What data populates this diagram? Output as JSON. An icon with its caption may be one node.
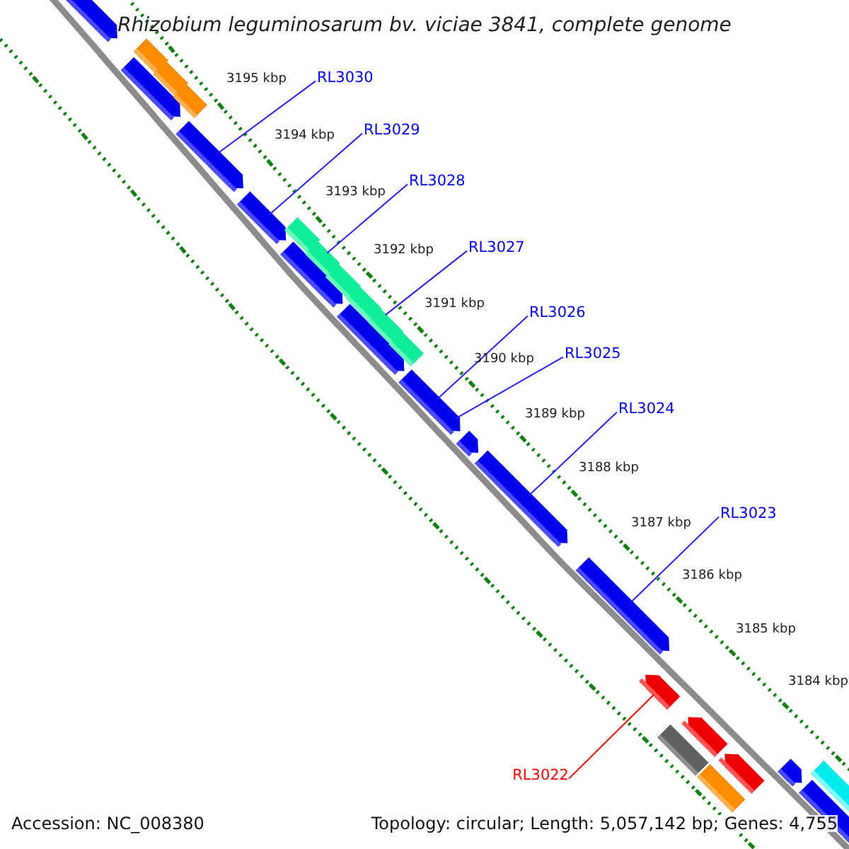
{
  "diagram": {
    "title": "Rhizobium leguminosarum bv. viciae 3841, complete genome",
    "nodes": [
      {
        "text": [
          "RL3030"
        ]
      },
      {
        "text": [
          "RL3029"
        ]
      },
      {
        "text": [
          "RL3028"
        ]
      },
      {
        "text": [
          "RL3027"
        ]
      },
      {
        "text": [
          "RL3026"
        ]
      },
      {
        "text": [
          "RL3025"
        ]
      },
      {
        "text": [
          "RL3024"
        ]
      },
      {
        "text": [
          "RL3023"
        ]
      },
      {
        "text": [
          "RL3022"
        ]
      }
    ],
    "edges": [
      {
        "from": 0,
        "to": null,
        "arrow": "none"
      },
      {
        "from": 1,
        "to": null,
        "arrow": "none"
      },
      {
        "from": 2,
        "to": null,
        "arrow": "none"
      },
      {
        "from": 3,
        "to": null,
        "arrow": "none"
      },
      {
        "from": 4,
        "to": null,
        "arrow": "none"
      },
      {
        "from": 5,
        "to": null,
        "arrow": "none"
      },
      {
        "from": 6,
        "to": null,
        "arrow": "none"
      },
      {
        "from": 7,
        "to": null,
        "arrow": "none"
      },
      {
        "from": 8,
        "to": null,
        "arrow": "none",
        "color": "#ff0000"
      }
    ],
    "labels": [
      "3195 kbp",
      "3194 kbp",
      "3193 kbp",
      "3192 kbp",
      "3191 kbp",
      "3190 kbp",
      "3189 kbp",
      "3188 kbp",
      "3187 kbp",
      "3186 kbp",
      "3185 kbp",
      "3184 kbp",
      "Accession: NC_008380",
      "Topology: circular; Length: 5,057,142 bp; Genes: 4,755"
    ]
  }
}
